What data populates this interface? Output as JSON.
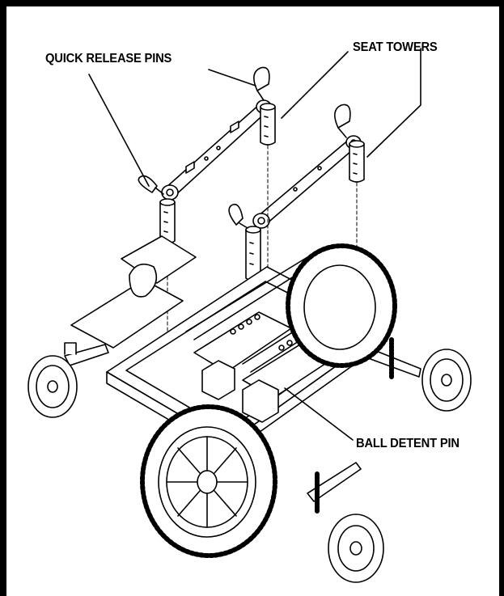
{
  "callouts": {
    "quick_release_pins": "QUICK RELEASE PINS",
    "seat_towers": "SEAT TOWERS",
    "ball_detent_pin": "BALL DETENT PIN"
  },
  "colors": {
    "ink": "#000000",
    "background": "#ffffff",
    "gray": "#bfbfbf"
  }
}
